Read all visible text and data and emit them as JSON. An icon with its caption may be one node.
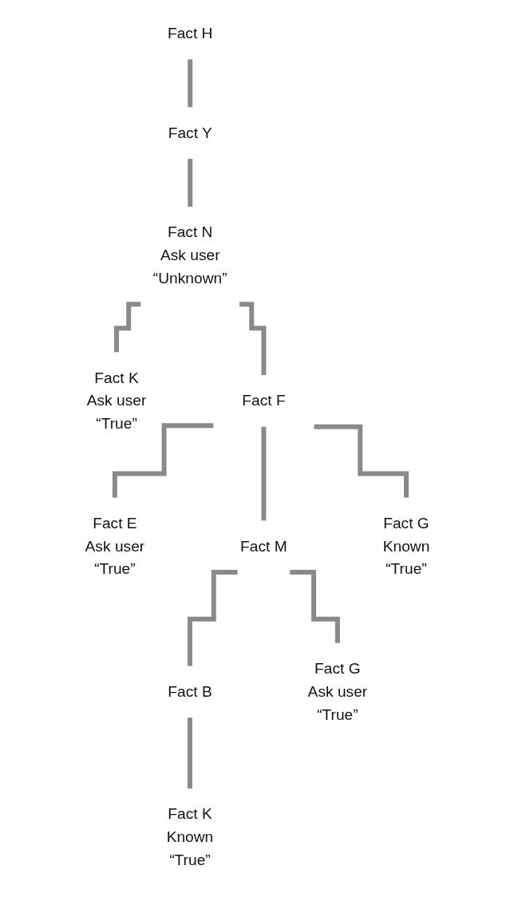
{
  "diagram": {
    "nodes": [
      {
        "text": [
          "Fact H"
        ]
      },
      {
        "text": [
          "Fact Y"
        ]
      },
      {
        "text": [
          "Fact N",
          "Ask user",
          "“Unknown”"
        ]
      },
      {
        "text": [
          "Fact K",
          "Ask user",
          "“True”"
        ]
      },
      {
        "text": [
          "Fact F"
        ]
      },
      {
        "text": [
          "Fact E",
          "Ask user",
          "“True”"
        ]
      },
      {
        "text": [
          "Fact M"
        ]
      },
      {
        "text": [
          "Fact G",
          "Known",
          "“True”"
        ]
      },
      {
        "text": [
          "Fact B"
        ]
      },
      {
        "text": [
          "Fact G",
          "Ask user",
          "“True”"
        ]
      },
      {
        "text": [
          "Fact K",
          "Known",
          "“True”"
        ]
      }
    ],
    "edges": [
      {
        "from": 0,
        "to": 1,
        "arrow": "none"
      },
      {
        "from": 1,
        "to": 2,
        "arrow": "none"
      },
      {
        "from": 2,
        "to": 3,
        "arrow": "none"
      },
      {
        "from": 2,
        "to": 4,
        "arrow": "none"
      },
      {
        "from": 4,
        "to": 5,
        "arrow": "none"
      },
      {
        "from": 4,
        "to": 6,
        "arrow": "none"
      },
      {
        "from": 4,
        "to": 7,
        "arrow": "none"
      },
      {
        "from": 6,
        "to": 8,
        "arrow": "none"
      },
      {
        "from": 6,
        "to": 9,
        "arrow": "none"
      },
      {
        "from": 8,
        "to": 10,
        "arrow": "none"
      }
    ]
  }
}
